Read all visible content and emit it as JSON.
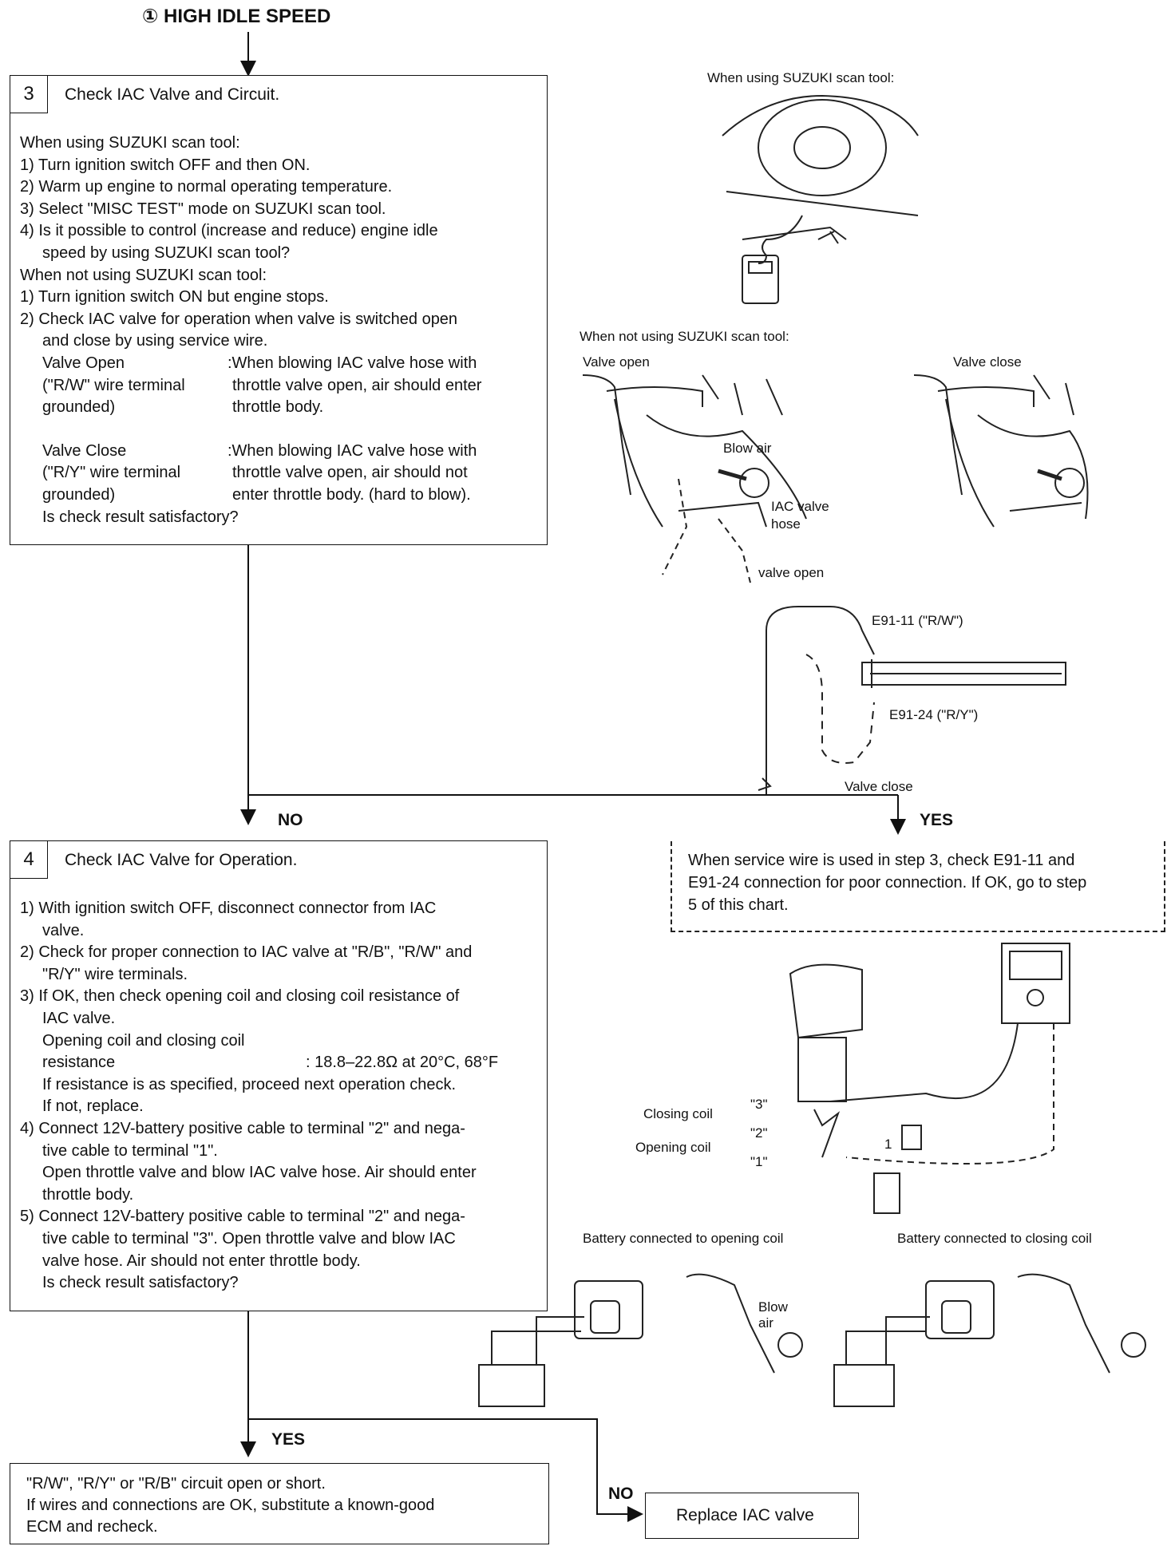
{
  "header": {
    "title": "① HIGH IDLE SPEED"
  },
  "step3": {
    "num": "3",
    "title": "Check IAC Valve and Circuit.",
    "lines": [
      "When using SUZUKI scan tool:",
      "1) Turn ignition switch OFF and then ON.",
      "2) Warm up engine to normal operating temperature.",
      "3) Select \"MISC TEST\" mode on SUZUKI scan tool.",
      "4) Is it possible to control (increase and reduce) engine idle",
      "speed by using SUZUKI scan tool?",
      "When not using SUZUKI scan tool:",
      "1) Turn ignition switch ON but engine stops.",
      "2) Check IAC valve for operation when valve is switched open",
      "and close by using service wire."
    ],
    "open_left": [
      "Valve Open",
      "(\"R/W\" wire terminal",
      "grounded)"
    ],
    "open_right": [
      ":When blowing IAC valve hose with",
      "throttle valve open, air should enter",
      "throttle body."
    ],
    "close_left": [
      "Valve Close",
      "(\"R/Y\" wire terminal",
      "grounded)"
    ],
    "close_right": [
      ":When blowing IAC valve hose with",
      "throttle valve open, air should not",
      "enter throttle body. (hard to blow)."
    ],
    "question": "Is check result satisfactory?"
  },
  "step4": {
    "num": "4",
    "title": "Check IAC Valve for Operation.",
    "lines": [
      "1) With ignition switch OFF, disconnect connector from IAC",
      "valve.",
      "2) Check for proper connection to IAC valve at \"R/B\", \"R/W\" and",
      "\"R/Y\" wire terminals.",
      "3) If OK, then check opening coil and closing coil resistance of",
      "IAC valve.",
      "Opening coil and closing coil",
      "resistance",
      ": 18.8–22.8Ω at 20°C, 68°F",
      "If resistance is as specified, proceed next operation check.",
      "If not, replace.",
      "4) Connect 12V-battery positive cable to terminal \"2\" and nega-",
      "tive cable to terminal \"1\".",
      "Open throttle valve and blow IAC valve hose. Air should enter",
      "throttle body.",
      "5) Connect 12V-battery positive cable to terminal \"2\" and nega-",
      "tive cable to terminal \"3\". Open throttle valve and blow IAC",
      "valve hose. Air should not enter throttle body.",
      "Is check result satisfactory?"
    ]
  },
  "flow": {
    "no1": "NO",
    "yes1": "YES",
    "yes2": "YES",
    "no2": "NO"
  },
  "yes_note": [
    "When service wire is used in step 3, check E91-11 and",
    "E91-24 connection for poor connection. If OK, go to step",
    "5 of this chart."
  ],
  "result_box": [
    "\"R/W\", \"R/Y\" or \"R/B\" circuit open or short.",
    "If wires and connections are OK, substitute a known-good",
    "ECM and recheck."
  ],
  "replace_box": "Replace IAC valve",
  "figures": {
    "scan_tool": "When using SUZUKI scan tool:",
    "no_scan_tool": "When not using SUZUKI scan tool:",
    "valve_open": "Valve open",
    "valve_close": "Valve close",
    "blow_air": "Blow air",
    "iac_hose": [
      "IAC valve",
      "hose"
    ],
    "wire_valve_open": "valve open",
    "e91_11": "E91-11 (\"R/W\")",
    "e91_24": "E91-24 (\"R/Y\")",
    "wire_valve_close": "Valve close",
    "closing_coil": "Closing coil",
    "opening_coil": "Opening coil",
    "t3": "\"3\"",
    "t2": "\"2\"",
    "t1": "\"1\"",
    "one": "1",
    "batt_open": "Battery connected to opening coil",
    "batt_close": "Battery connected to closing coil",
    "blow_air2": [
      "Blow",
      "air"
    ]
  }
}
